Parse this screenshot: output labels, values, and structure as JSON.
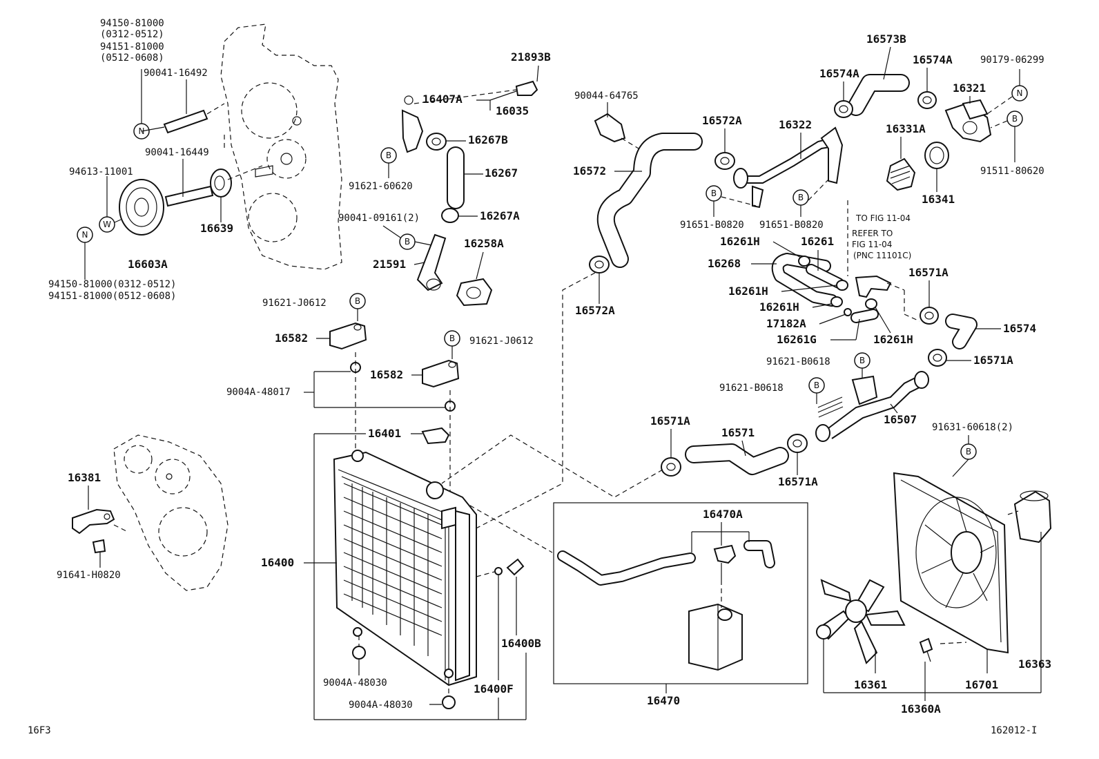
{
  "diagram_code": "16F3",
  "figure_number": "162012-I",
  "badge_letters": {
    "bolt": "B",
    "nut": "N",
    "washer": "W"
  },
  "labels": {
    "l94150_81000": "94150-81000",
    "l0312_0512": "(0312-0512)",
    "l94151_81000": "94151-81000",
    "l0512_0608": "(0512-0608)",
    "l90041_16492": "90041-16492",
    "l90041_16449": "90041-16449",
    "l94613_11001": "94613-11001",
    "l16639": "16639",
    "l16603A": "16603A",
    "l94150_b": "94150-81000(0312-0512)",
    "l94151_b": "94151-81000(0512-0608)",
    "l21893B": "21893B",
    "l16407A": "16407A",
    "l16035": "16035",
    "l16267B": "16267B",
    "l16267": "16267",
    "l91621_60620": "91621-60620",
    "l90041_09161": "90041-09161(2)",
    "l16267A": "16267A",
    "l16258A": "16258A",
    "l21591": "21591",
    "l90044_64765": "90044-64765",
    "l16572": "16572",
    "l16572A_top": "16572A",
    "l16572A_bot": "16572A",
    "l16322": "16322",
    "l16573B": "16573B",
    "l16574A_1": "16574A",
    "l16574A_2": "16574A",
    "l90179_06299": "90179-06299",
    "l16321": "16321",
    "l16331A": "16331A",
    "l91511_80620": "91511-80620",
    "l16341": "16341",
    "l91651_B0820a": "91651-B0820",
    "l91651_B0820b": "91651-B0820",
    "l16261H_1": "16261H",
    "l16261": "16261",
    "l16268": "16268",
    "l16261H_2": "16261H",
    "l16261H_3": "16261H",
    "l17182A": "17182A",
    "l16261G": "16261G",
    "l16261H_4": "16261H",
    "l16571A_1": "16571A",
    "l16574": "16574",
    "l16571A_2": "16571A",
    "l91621_B0618a": "91621-B0618",
    "l91621_B0618b": "91621-B0618",
    "l16507": "16507",
    "l91631_60618": "91631-60618(2)",
    "l16571A_3": "16571A",
    "l16571": "16571",
    "l16571A_4": "16571A",
    "l91621_J0612a": "91621-J0612",
    "l16582a": "16582",
    "l91621_J0612b": "91621-J0612",
    "l16582b": "16582",
    "l9004A_48017": "9004A-48017",
    "l16401": "16401",
    "l16381": "16381",
    "l91641_H0820": "91641-H0820",
    "l16400": "16400",
    "l16400B": "16400B",
    "l9004A_48030a": "9004A-48030",
    "l9004A_48030b": "9004A-48030",
    "l16400F": "16400F",
    "l16470A": "16470A",
    "l16470": "16470",
    "l16361": "16361",
    "l16360A": "16360A",
    "l16701": "16701",
    "l16363": "16363"
  },
  "notes": {
    "to_fig": "TO FIG 11-04",
    "refer_to": "REFER TO",
    "fig": "FIG 11-04",
    "pnc": "(PNC 11101C)"
  }
}
